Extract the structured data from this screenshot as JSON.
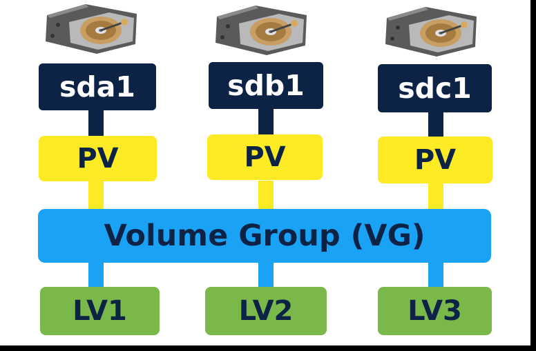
{
  "diagram": {
    "disks": [
      {
        "label": "sda1",
        "icon": "hard-drive-icon"
      },
      {
        "label": "sdb1",
        "icon": "hard-drive-icon"
      },
      {
        "label": "sdc1",
        "icon": "hard-drive-icon"
      }
    ],
    "pvs": [
      {
        "label": "PV"
      },
      {
        "label": "PV"
      },
      {
        "label": "PV"
      }
    ],
    "volume_group": {
      "label": "Volume Group (VG)"
    },
    "lvs": [
      {
        "label": "LV1"
      },
      {
        "label": "LV2"
      },
      {
        "label": "LV3"
      }
    ],
    "colors": {
      "disk_label_bg": "#0d2346",
      "pv_bg": "#fbea24",
      "vg_bg": "#1aa3f5",
      "lv_bg": "#7ab84a",
      "text_dark": "#0d2346"
    }
  }
}
